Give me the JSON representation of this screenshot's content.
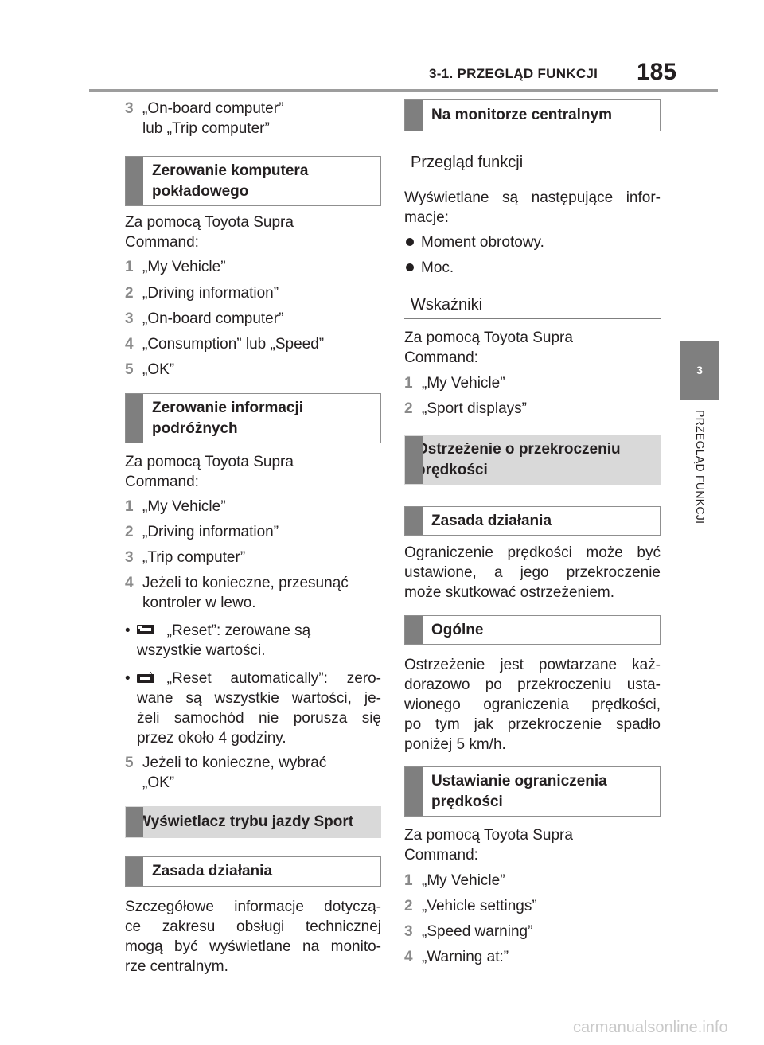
{
  "header": {
    "section": "3-1. PRZEGLĄD FUNKCJI",
    "page": "185"
  },
  "side_tab": {
    "number": "3",
    "label": "PRZEGLĄD FUNKCJI"
  },
  "left": {
    "cont_step": {
      "num": "3",
      "l1": "„On-board computer”",
      "l2": "lub „Trip computer”"
    },
    "h_reset_computer": {
      "l1": "Zerowanie komputera",
      "l2": "pokładowego"
    },
    "intro1": {
      "l1": "Za pomocą Toyota Supra",
      "l2": "Command:"
    },
    "steps1": [
      {
        "num": "1",
        "text": "„My Vehicle”"
      },
      {
        "num": "2",
        "text": "„Driving information”"
      },
      {
        "num": "3",
        "text": "„On-board computer”"
      },
      {
        "num": "4",
        "text": "„Consumption” lub „Speed”"
      },
      {
        "num": "5",
        "text": "„OK”"
      }
    ],
    "h_reset_trip": {
      "l1": "Zerowanie informacji",
      "l2": "podróżnych"
    },
    "intro2": {
      "l1": "Za pomocą Toyota Supra",
      "l2": "Command:"
    },
    "steps2": [
      {
        "num": "1",
        "text": "„My Vehicle”"
      },
      {
        "num": "2",
        "text": "„Driving information”"
      },
      {
        "num": "3",
        "text": "„Trip computer”"
      }
    ],
    "step4": {
      "num": "4",
      "l1": "Jeżeli to konieczne, przesunąć",
      "l2": "kontroler w lewo."
    },
    "sub_reset": {
      "bullet": "•",
      "l1": "„Reset”: zerowane są",
      "l2": "wszystkie wartości."
    },
    "sub_auto": {
      "bullet": "•",
      "l1": "„Reset automatically”: zero-",
      "l2": "wane są wszystkie wartości, je-",
      "l3": "żeli samochód nie porusza się",
      "l4": "przez około 4 godziny."
    },
    "step5": {
      "num": "5",
      "l1": "Jeżeli to konieczne, wybrać",
      "l2": "„OK”"
    },
    "h_sport": "Wyświetlacz trybu jazdy Sport",
    "h_principle": "Zasada działania",
    "para_sport": {
      "l1": "Szczegółowe informacje dotyczą-",
      "l2": "ce zakresu obsługi technicznej",
      "l3": "mogą być wyświetlane na monito-",
      "l4": "rze centralnym."
    }
  },
  "right": {
    "h_central": "Na monitorze centralnym",
    "sub_overview": "Przegląd funkcji",
    "para_displayed": {
      "l1": "Wyświetlane są następujące infor-",
      "l2": "macje:"
    },
    "bullets": [
      "Moment obrotowy.",
      "Moc."
    ],
    "sub_indicators": "Wskaźniki",
    "intro": {
      "l1": "Za pomocą Toyota Supra",
      "l2": "Command:"
    },
    "steps_a": [
      {
        "num": "1",
        "text": "„My Vehicle”"
      },
      {
        "num": "2",
        "text": "„Sport displays”"
      }
    ],
    "h_speed_warning": {
      "l1": "Ostrzeżenie o przekroczeniu",
      "l2": "prędkości"
    },
    "h_principle": "Zasada działania",
    "para_limit": {
      "l1": "Ograniczenie prędkości może być",
      "l2": "ustawione, a jego przekroczenie",
      "l3": "może skutkować ostrzeżeniem."
    },
    "h_general": "Ogólne",
    "para_warning": {
      "l1": "Ostrzeżenie jest powtarzane każ-",
      "l2": "dorazowo po przekroczeniu usta-",
      "l3": "wionego ograniczenia prędkości,",
      "l4": "po tym jak przekroczenie spadło",
      "l5": "poniżej 5 km/h."
    },
    "h_set_limit": {
      "l1": "Ustawianie ograniczenia",
      "l2": "prędkości"
    },
    "intro2": {
      "l1": "Za pomocą Toyota Supra",
      "l2": "Command:"
    },
    "steps_b": [
      {
        "num": "1",
        "text": "„My Vehicle”"
      },
      {
        "num": "2",
        "text": "„Vehicle settings”"
      },
      {
        "num": "3",
        "text": "„Speed warning”"
      },
      {
        "num": "4",
        "text": "„Warning at:”"
      }
    ]
  },
  "watermark": "carmanualsonline.info"
}
